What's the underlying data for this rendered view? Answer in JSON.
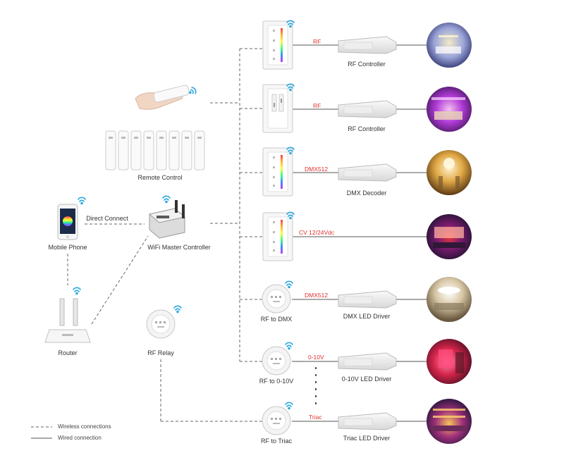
{
  "colors": {
    "wire": "#555555",
    "dash": "#666666",
    "accent_red": "#e03030",
    "wifi_blue": "#2aa7e0",
    "device_fill": "#f4f4f4",
    "device_stroke": "#c8c8c8"
  },
  "sources": {
    "remote_control": "Remote Control",
    "mobile_phone": "Mobile Phone",
    "direct_connect": "Direct Connect",
    "wifi_master": "WiFi Master Controller",
    "router": "Router",
    "rf_relay": "RF Relay"
  },
  "rows": [
    {
      "connection": "RF",
      "output": "RF Controller",
      "panel_label": "",
      "scene": "living-room-scene-icon"
    },
    {
      "connection": "RF",
      "output": "RF Controller",
      "panel_label": "",
      "scene": "bedroom-scene-icon"
    },
    {
      "connection": "DMX512",
      "output": "DMX Decoder",
      "panel_label": "",
      "scene": "lobby-scene-icon"
    },
    {
      "connection": "CV 12/24Vdc",
      "output": "",
      "panel_label": "",
      "scene": "theater-scene-icon"
    },
    {
      "connection": "DMX512",
      "output": "DMX LED Driver",
      "panel_label": "RF to DMX",
      "scene": "ceiling-scene-icon"
    },
    {
      "connection": "0-10V",
      "output": "0-10V LED Driver",
      "panel_label": "RF to 0-10V",
      "scene": "pink-wall-scene-icon"
    },
    {
      "connection": "Triac",
      "output": "Triac LED Driver",
      "panel_label": "RF to Triac",
      "scene": "bar-scene-icon"
    }
  ],
  "legend": {
    "wireless": "Wireless connections",
    "wired": "Wired connection"
  }
}
